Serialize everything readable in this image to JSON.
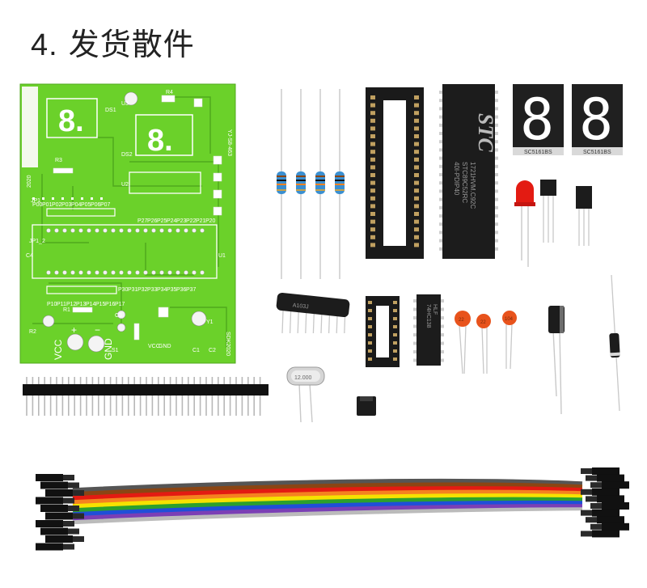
{
  "title": {
    "number": "4.",
    "text": "发货散件"
  },
  "pcb": {
    "color": "#6bd12a",
    "labels": {
      "p1_0": "P10",
      "p1_1": "P11",
      "p1_2": "P12",
      "p1_3": "P13",
      "p1_4": "P14",
      "p1_5": "P15",
      "p1_6": "P16",
      "p1_7": "P17",
      "p0_0": "P00",
      "p0_1": "P01",
      "p0_2": "P02",
      "p0_3": "P03",
      "p0_4": "P04",
      "p0_5": "P05",
      "p0_6": "P06",
      "p0_7": "P07",
      "p2_7": "P27",
      "p2_6": "P26",
      "p2_5": "P25",
      "p2_4": "P24",
      "p2_3": "P23",
      "p2_2": "P22",
      "p2_1": "P21",
      "p2_0": "P20",
      "p3_0": "P30",
      "p3_1": "P31",
      "p3_2": "P32",
      "p3_3": "P33",
      "p3_4": "P34",
      "p3_5": "P35",
      "p3_6": "P36",
      "p3_7": "P37",
      "vcc": "VCC",
      "gnd": "GND",
      "year": "2020",
      "model": "YJ-S8-463",
      "ds1": "DS1",
      "ds2": "DS2",
      "u1": "U1",
      "u2": "U2",
      "u3": "U3",
      "jp1": "JP1",
      "jp1_2": "JP1_2",
      "c4": "C4",
      "r1": "R1",
      "r2": "R2",
      "r3": "R3",
      "r4": "R4",
      "s1": "S1",
      "c1": "C1",
      "c2": "C2",
      "c3": "C3",
      "y1": "Y1",
      "sdk": "SDK2020"
    }
  },
  "mcu": {
    "brand": "STC",
    "line1": "STC89C52RC",
    "line2": "40I-PDIP40",
    "line3": "1721HVM.C92C"
  },
  "seg_display": {
    "digit": "8.",
    "label": "SC5161BS"
  },
  "ic_small": {
    "line1": "74HC138",
    "line2": "HLF"
  },
  "resistor_network": {
    "label": "A103J"
  },
  "cap_labels": {
    "c1": "22",
    "c2": "22",
    "c3": "104"
  },
  "crystal": {
    "label": "12.000"
  },
  "colors": {
    "pcb_green": "#6bd12a",
    "led_red": "#e31b12",
    "ceramic_cap": "#e8531c",
    "ribbon": [
      "#555555",
      "#8b4513",
      "#e31b12",
      "#f58220",
      "#f6e200",
      "#2ca02c",
      "#1f4fd8",
      "#7b3fb5",
      "#bbbbbb",
      "#ffffff"
    ]
  }
}
